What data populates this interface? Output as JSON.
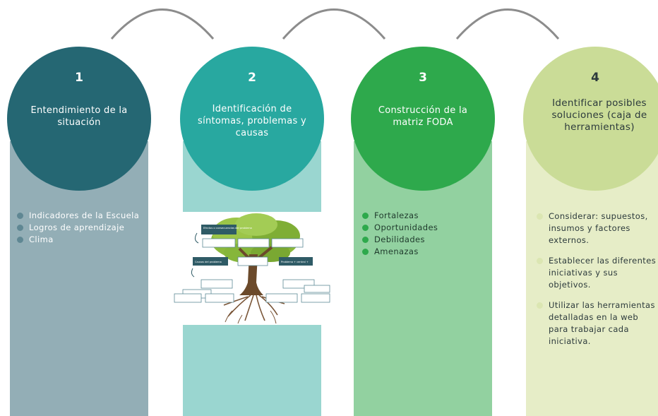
{
  "steps": [
    {
      "number": "1",
      "title": "Entendimiento de la situación",
      "items": [
        "Indicadores de la Escuela",
        "Logros de aprendizaje",
        "Clima"
      ]
    },
    {
      "number": "2",
      "title": "Identificación de síntomas, problemas y causas",
      "tree": {
        "labels": [
          "Efectos o consecuencias del problema",
          "Causas del problema",
          "Problema + central +"
        ]
      }
    },
    {
      "number": "3",
      "title": "Construcción de la matriz FODA",
      "items": [
        "Fortalezas",
        "Oportunidades",
        "Debilidades",
        "Amenazas"
      ]
    },
    {
      "number": "4",
      "title": "Identificar posibles soluciones (caja de herramientas)",
      "items": [
        "Considerar: supuestos, insumos y factores externos.",
        "Establecer las diferentes iniciativas y sus objetivos.",
        "Utilizar las herramientas detalladas en la web para trabajar cada iniciativa."
      ]
    }
  ],
  "colors": {
    "step1": "#256773",
    "step2": "#28a8a0",
    "step3": "#2ea94c",
    "step4": "#cadc97",
    "connector": "#8c8c8c"
  },
  "icons": [
    "connector-arc",
    "bullet-dot",
    "problem-tree-illustration"
  ]
}
